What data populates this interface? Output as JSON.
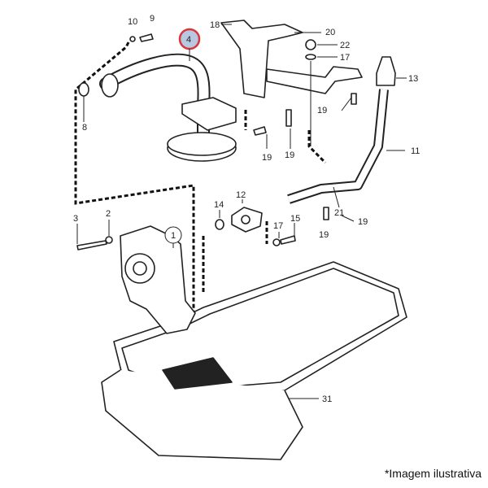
{
  "diagram": {
    "labels": [
      "10",
      "9",
      "4",
      "18",
      "20",
      "22",
      "17",
      "13",
      "8",
      "19",
      "19",
      "19",
      "19",
      "11",
      "12",
      "14",
      "3",
      "2",
      "1",
      "17",
      "15",
      "21",
      "19",
      "31"
    ],
    "highlight_color": "#d9363e",
    "highlight_fill": "#b8c8e0"
  },
  "footer": {
    "note": "*Imagem ilustrativa"
  }
}
